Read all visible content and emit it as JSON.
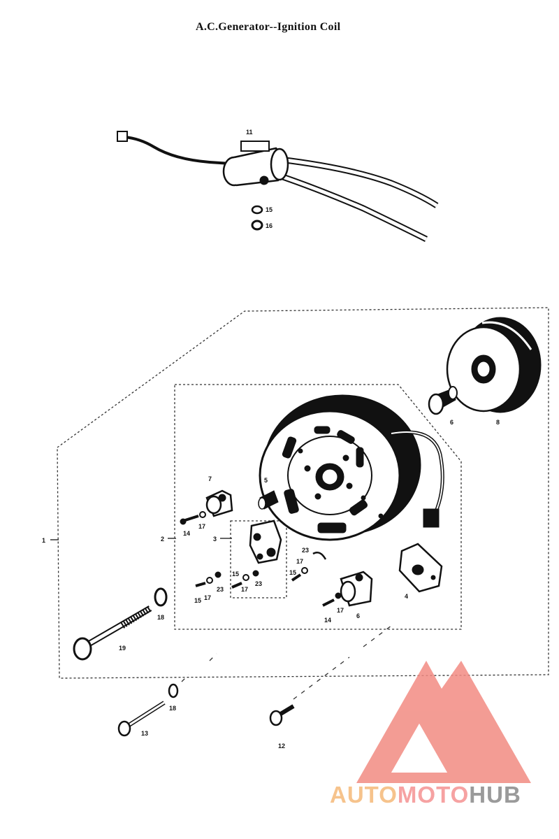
{
  "title": "A.C.Generator--Ignition Coil",
  "watermark": {
    "part1": "AUTO",
    "part2": "MOTO",
    "part3": "HUB",
    "colors": {
      "auto": "#f6c38c",
      "moto": "#f6a2a2",
      "hub": "#9a9a9a",
      "logo": "#f28b82"
    }
  },
  "callouts": {
    "c11": "11",
    "c15a": "15",
    "c16": "16",
    "c6a": "6",
    "c8": "8",
    "c7": "7",
    "c5": "5",
    "c1": "1",
    "c2": "2",
    "c3": "3",
    "c14a": "14",
    "c17a": "17",
    "c23a": "23",
    "c17b": "17",
    "c15b": "15",
    "c15c": "15",
    "c17c": "17",
    "c23b": "23",
    "c15d": "15",
    "c17d": "17",
    "c23c": "23",
    "c6b": "6",
    "c14b": "14",
    "c17e": "17",
    "c4": "4",
    "c18a": "18",
    "c19": "19",
    "c18b": "18",
    "c13": "13",
    "c12": "12"
  }
}
